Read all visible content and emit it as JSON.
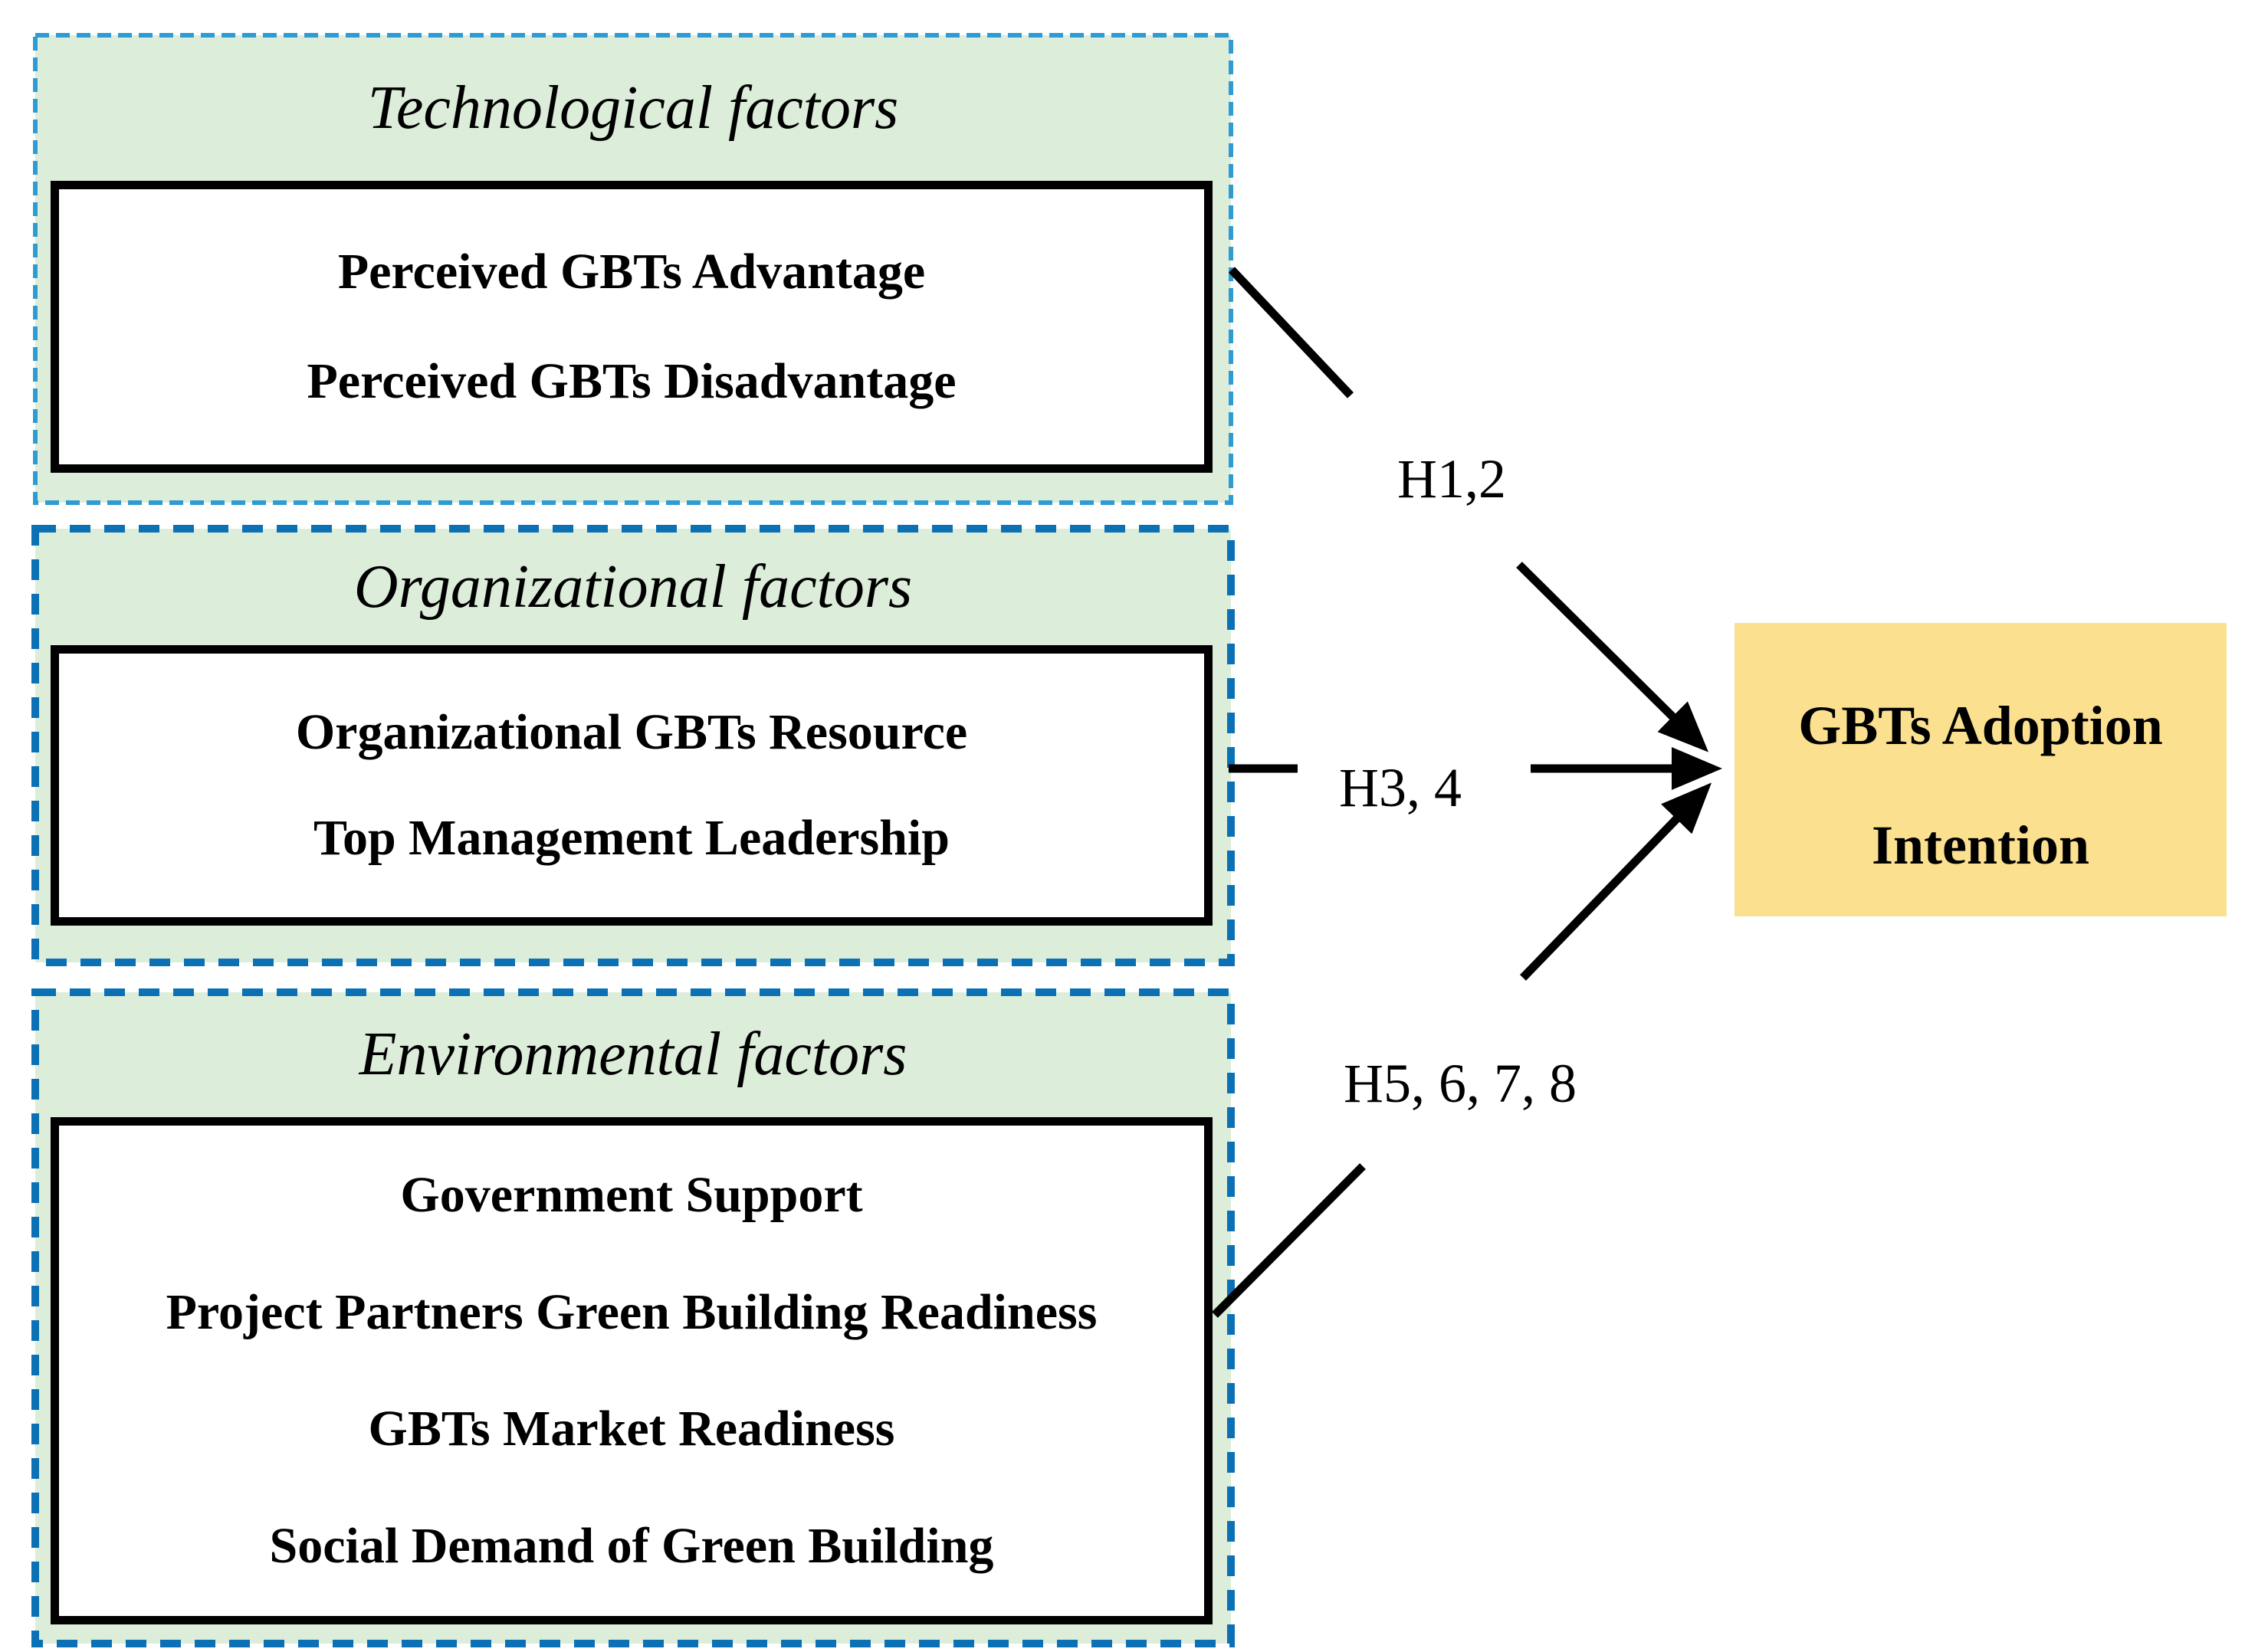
{
  "figure": {
    "groups": [
      {
        "title": "Technological factors",
        "items": [
          "Perceived GBTs Advantage",
          "Perceived GBTs Disadvantage"
        ],
        "hypothesis": "H1,2"
      },
      {
        "title": "Organizational factors",
        "items": [
          "Organizational GBTs Resource",
          "Top Management Leadership"
        ],
        "hypothesis": "H3, 4"
      },
      {
        "title": "Environmental factors",
        "items": [
          "Government Support",
          "Project Partners Green Building Readiness",
          "GBTs Market Readiness",
          "Social Demand of Green Building"
        ],
        "hypothesis": "H5, 6, 7, 8"
      }
    ],
    "outcome": {
      "line1": "GBTs Adoption",
      "line2": "Intention"
    },
    "colors": {
      "group_fill": "#DCEDDA",
      "tech_dash_border": "#2F9BD3",
      "org_env_dash_border": "#0C70B5",
      "inner_box_border": "#000000",
      "outcome_fill": "#FBE18F",
      "arrow_line": "#000000"
    }
  }
}
